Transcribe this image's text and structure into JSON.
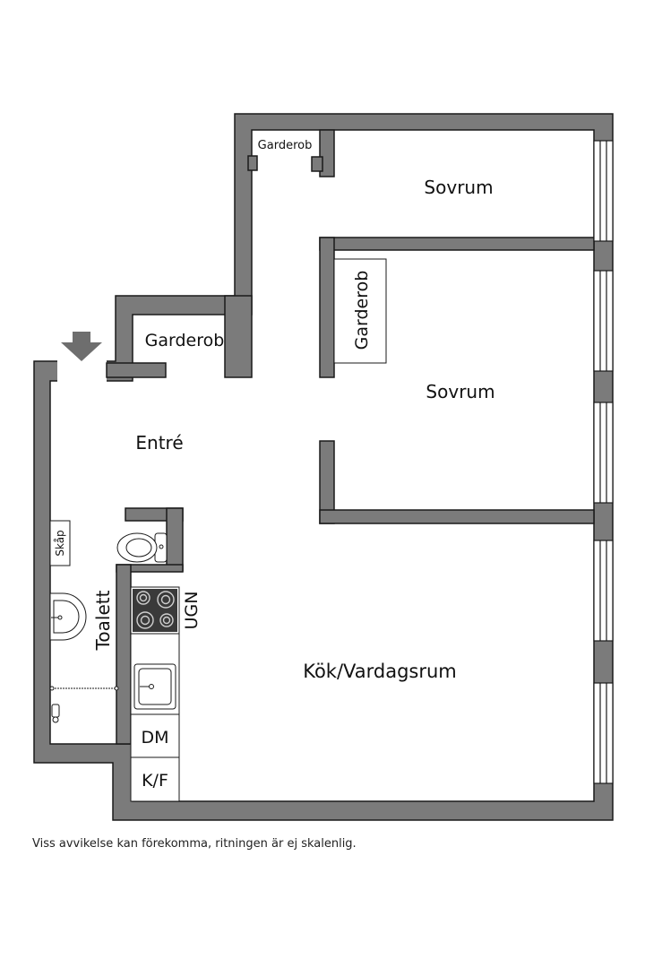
{
  "colors": {
    "wall": "#7b7b7b",
    "wall_edge": "#1a1a1a",
    "floor": "#ffffff",
    "hob": "#3a3a3a",
    "arrow": "#6e6e6e"
  },
  "plan": {
    "rooms": {
      "sovrum_top": "Sovrum",
      "sovrum_middle": "Sovrum",
      "kok_vardagsrum": "Kök/Vardagsrum",
      "entre": "Entré",
      "toalett": "Toalett"
    },
    "fixtures": {
      "garderob_small": "Garderob",
      "garderob_entry": "Garderob",
      "garderob_bedroom": "Garderob",
      "skap": "Skåp",
      "ugn": "UGN",
      "dm": "DM",
      "kf": "K/F"
    },
    "icons": {
      "entrance": "entrance-arrow-icon",
      "toilet": "toilet-icon",
      "hob": "hob-icon",
      "kitchen_sink": "kitchen-sink-icon",
      "wash_basin": "wash-basin-icon",
      "shower": "shower-icon",
      "window": "window-icon"
    }
  },
  "disclaimer": "Viss avvikelse kan förekomma, ritningen är ej skalenlig."
}
